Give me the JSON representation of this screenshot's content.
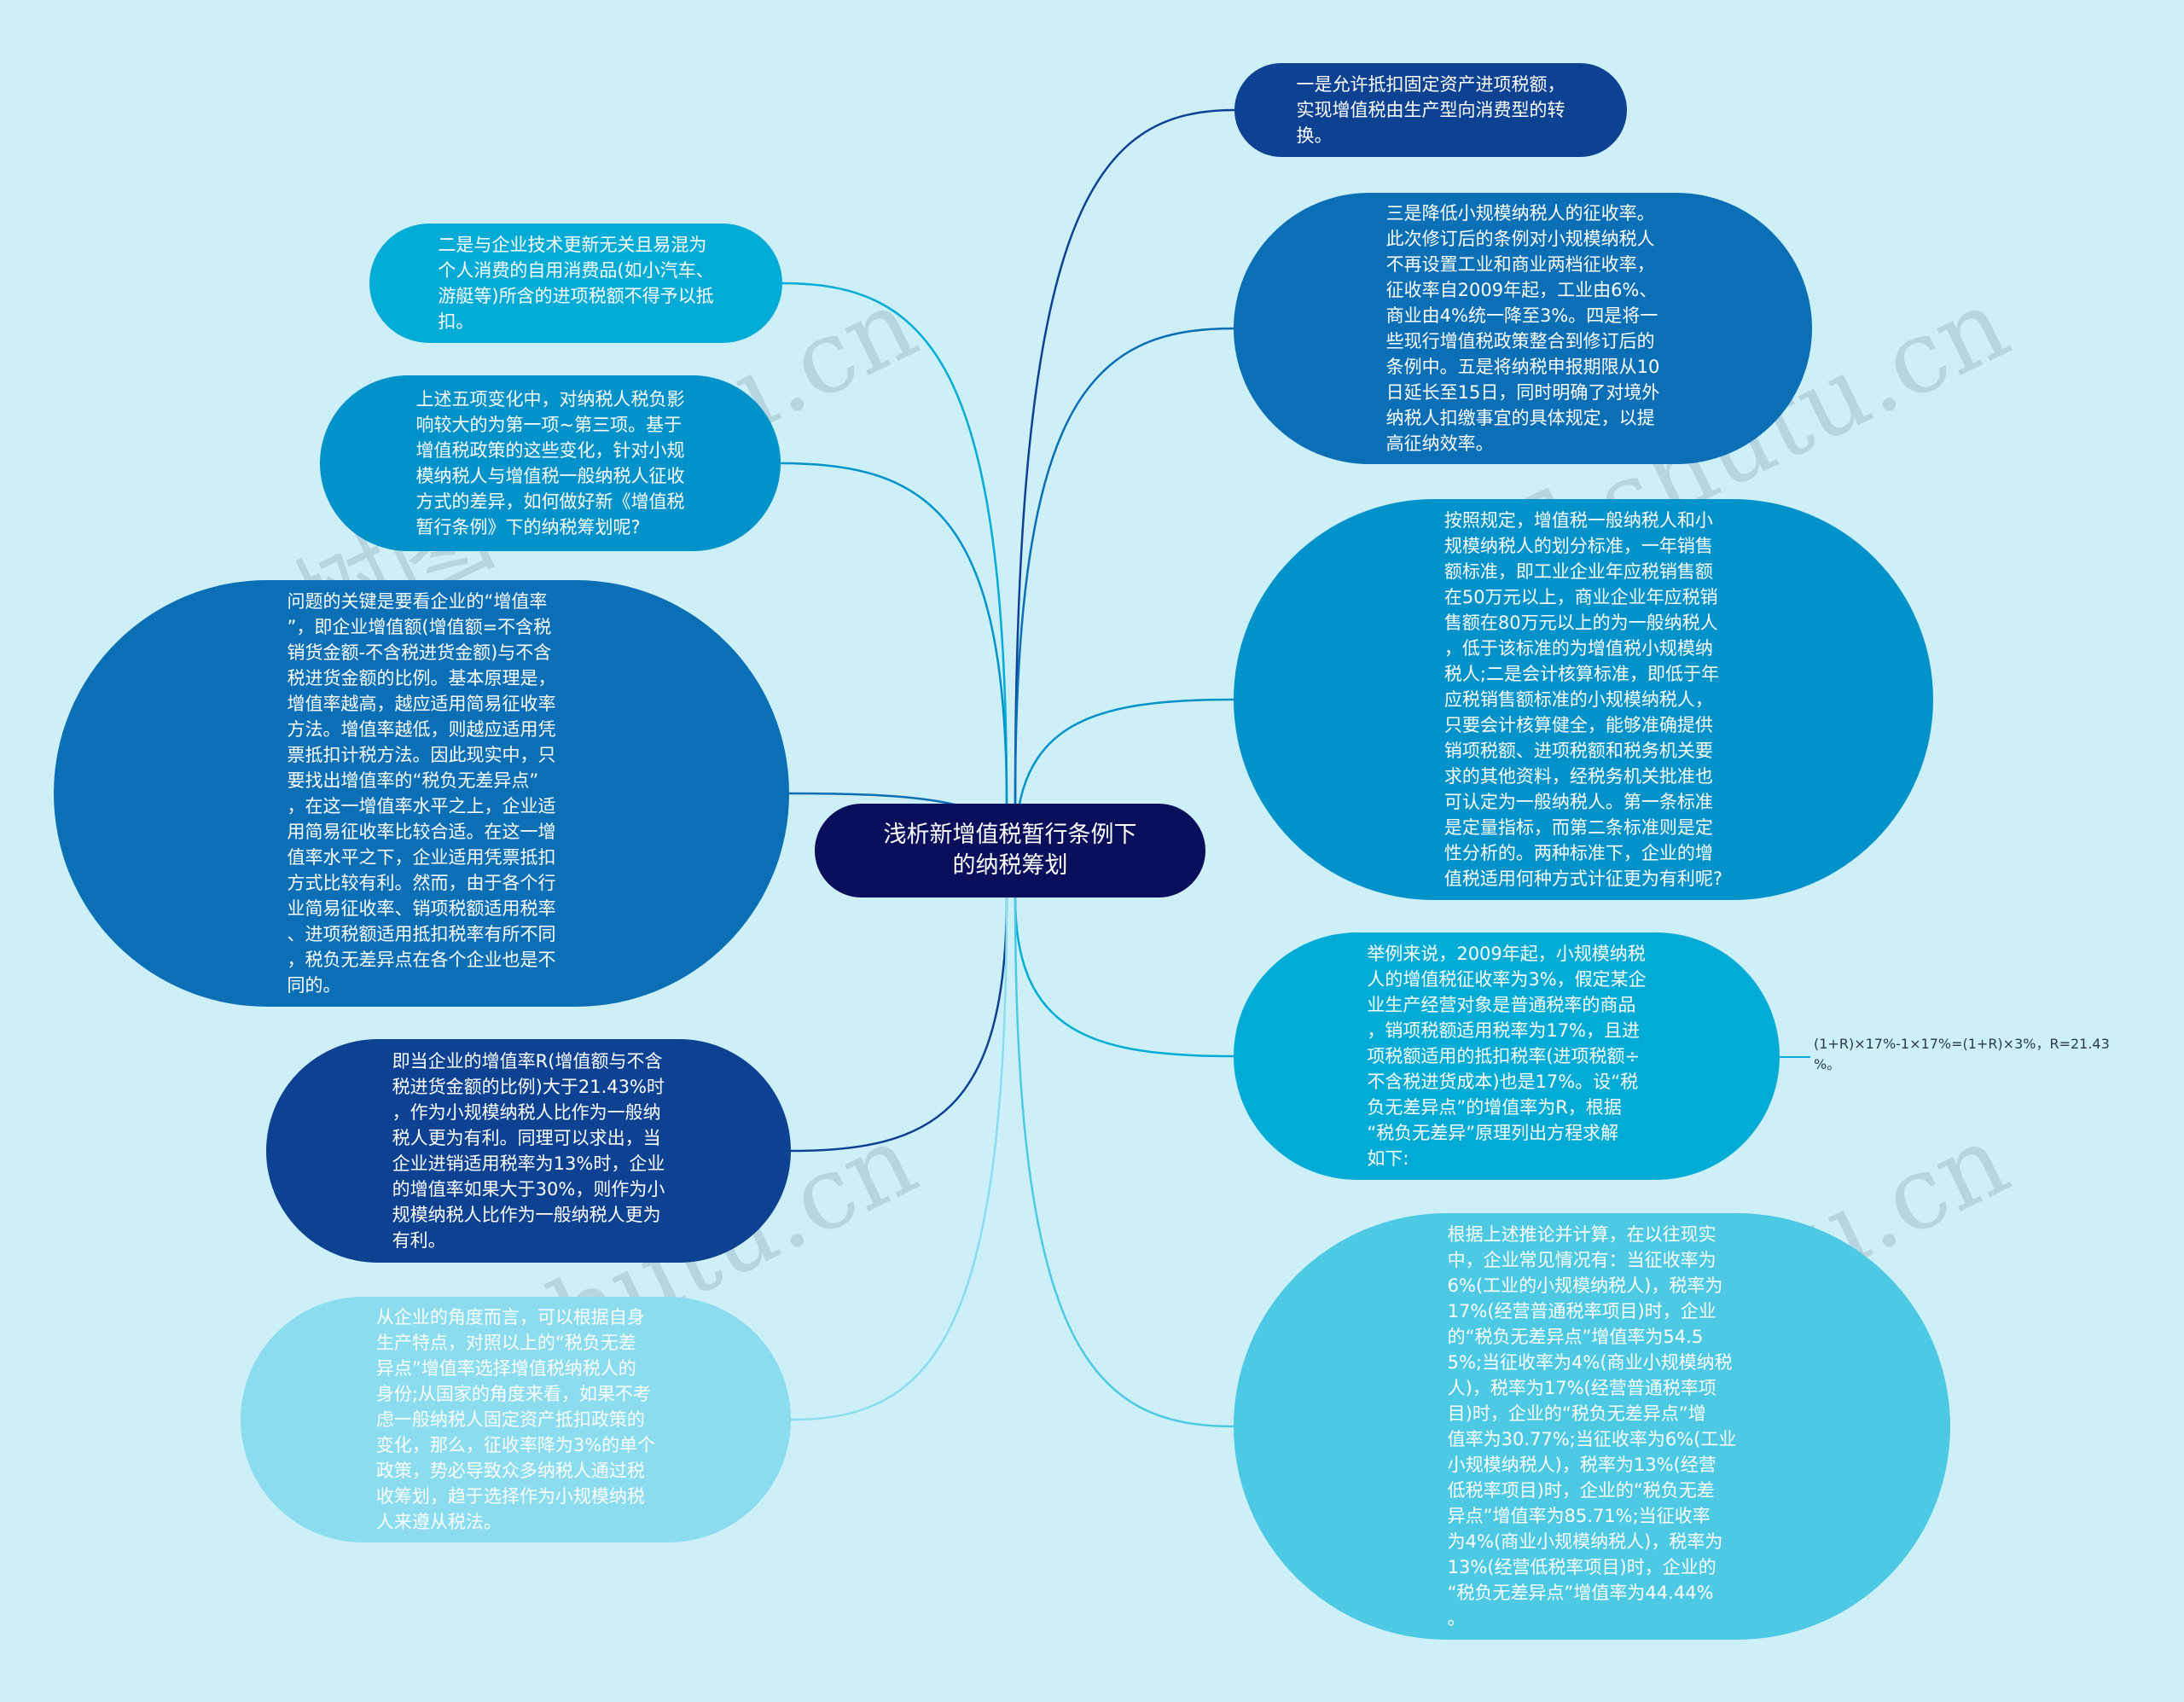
{
  "colors": {
    "background": "#cdeff8",
    "root": "#0a0f5c",
    "navy": "#0d4292",
    "blue": "#0a6fb4",
    "medium_blue": "#0092c9",
    "cyan": "#00acd6",
    "light_cyan": "#4ec9e4",
    "pale_cyan": "#8adcee"
  },
  "watermark": "树图 shutu.cn",
  "root": {
    "text": "浅析新增值税暂行条例下\n的纳税筹划"
  },
  "nodes": [
    {
      "id": "right-1",
      "color": "#0d4292",
      "text": "一是允许抵扣固定资产进项税额，\n实现增值税由生产型向消费型的转\n换。"
    },
    {
      "id": "right-2",
      "color": "#0a6fb4",
      "text": "三是降低小规模纳税人的征收率。\n此次修订后的条例对小规模纳税人\n不再设置工业和商业两档征收率，\n征收率自2009年起，工业由6%、\n商业由4%统一降至3%。四是将一\n些现行增值税政策整合到修订后的\n条例中。五是将纳税申报期限从10\n日延长至15日，同时明确了对境外\n纳税人扣缴事宜的具体规定，以提\n高征纳效率。"
    },
    {
      "id": "right-3",
      "color": "#0092c9",
      "text": "按照规定，增值税一般纳税人和小\n规模纳税人的划分标准，一年销售\n额标准，即工业企业年应税销售额\n在50万元以上，商业企业年应税销\n售额在80万元以上的为一般纳税人\n，低于该标准的为增值税小规模纳\n税人;二是会计核算标准，即低于年\n应税销售额标准的小规模纳税人，\n只要会计核算健全，能够准确提供\n销项税额、进项税额和税务机关要\n求的其他资料，经税务机关批准也\n可认定为一般纳税人。第一条标准\n是定量指标，而第二条标准则是定\n性分析的。两种标准下，企业的增\n值税适用何种方式计征更为有利呢?"
    },
    {
      "id": "right-4",
      "color": "#00acd6",
      "text": "举例来说，2009年起，小规模纳税\n人的增值税征收率为3%，假定某企\n业生产经营对象是普通税率的商品\n，销项税额适用税率为17%，且进\n项税额适用的抵扣税率(进项税额÷\n不含税进货成本)也是17%。设“税\n负无差异点”的增值率为R，根据\n“税负无差异”原理列出方程求解\n如下:"
    },
    {
      "id": "right-5",
      "color": "#4ec9e4",
      "text": "根据上述推论并计算，在以往现实\n中，企业常见情况有：当征收率为\n6%(工业的小规模纳税人)，税率为\n17%(经营普通税率项目)时，企业\n的“税负无差异点”增值率为54.5\n5%;当征收率为4%(商业小规模纳税\n人)，税率为17%(经营普通税率项\n目)时，企业的“税负无差异点”增\n值率为30.77%;当征收率为6%(工业\n小规模纳税人)，税率为13%(经营\n低税率项目)时，企业的“税负无差\n异点”增值率为85.71%;当征收率\n为4%(商业小规模纳税人)，税率为\n13%(经营低税率项目)时，企业的\n“税负无差异点”增值率为44.44%\n。"
    },
    {
      "id": "left-1",
      "color": "#00acd6",
      "text": "二是与企业技术更新无关且易混为\n个人消费的自用消费品(如小汽车、\n游艇等)所含的进项税额不得予以抵\n扣。"
    },
    {
      "id": "left-2",
      "color": "#0092c9",
      "text": "上述五项变化中，对纳税人税负影\n响较大的为第一项~第三项。基于\n增值税政策的这些变化，针对小规\n模纳税人与增值税一般纳税人征收\n方式的差异，如何做好新《增值税\n暂行条例》下的纳税筹划呢?"
    },
    {
      "id": "left-3",
      "color": "#0a6fb4",
      "text": "问题的关键是要看企业的“增值率\n”，即企业增值额(增值额=不含税\n销货金额-不含税进货金额)与不含\n税进货金额的比例。基本原理是，\n增值率越高，越应适用简易征收率\n方法。增值率越低，则越应适用凭\n票抵扣计税方法。因此现实中，只\n要找出增值率的“税负无差异点”\n，在这一增值率水平之上，企业适\n用简易征收率比较合适。在这一增\n值率水平之下，企业适用凭票抵扣\n方式比较有利。然而，由于各个行\n业简易征收率、销项税额适用税率\n、进项税额适用抵扣税率有所不同\n，税负无差异点在各个企业也是不\n同的。"
    },
    {
      "id": "left-4",
      "color": "#0d4292",
      "text": "即当企业的增值率R(增值额与不含\n税进货金额的比例)大于21.43%时\n，作为小规模纳税人比作为一般纳\n税人更为有利。同理可以求出，当\n企业进销适用税率为13%时，企业\n的增值率如果大于30%，则作为小\n规模纳税人比作为一般纳税人更为\n有利。"
    },
    {
      "id": "left-5",
      "color": "#8adcee",
      "text": "从企业的角度而言，可以根据自身\n生产特点，对照以上的“税负无差\n异点”增值率选择增值税纳税人的\n身份;从国家的角度来看，如果不考\n虑一般纳税人固定资产抵扣政策的\n变化，那么，征收率降为3%的单个\n政策，势必导致众多纳税人通过税\n收筹划，趋于选择作为小规模纳税\n人来遵从税法。"
    }
  ],
  "leaf": {
    "text": "(1+R)×17%-1×17%=(1+R)×3%，R=21.43\n%。"
  }
}
